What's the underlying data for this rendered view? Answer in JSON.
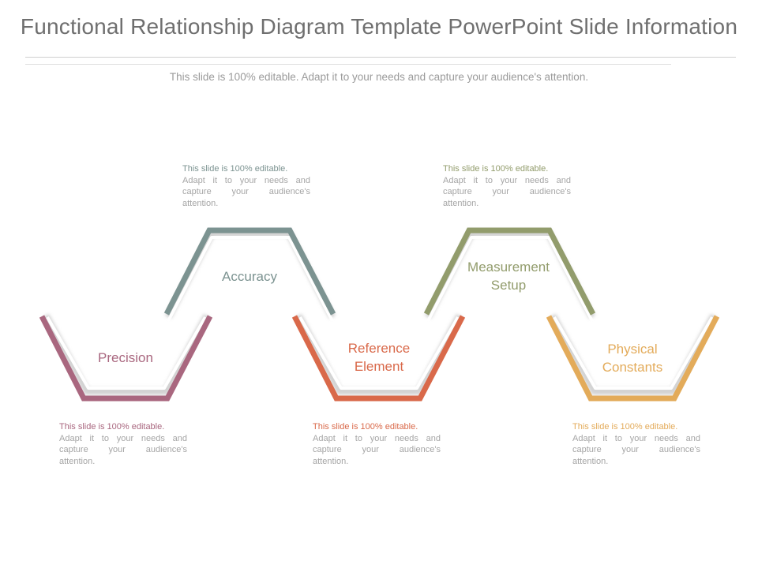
{
  "header": {
    "title": "Functional Relationship Diagram Template PowerPoint Slide Information",
    "subtitle": "This slide is 100% editable. Adapt it to your needs and capture your audience's attention."
  },
  "colors": {
    "accuracy": "#7c9391",
    "precision": "#a9677f",
    "reference": "#d9694a",
    "measurement": "#929c6c",
    "physical": "#e3ab5a"
  },
  "nodes": {
    "precision": {
      "label": "Precision"
    },
    "accuracy": {
      "label": "Accuracy"
    },
    "reference": {
      "label_line1": "Reference",
      "label_line2": "Element"
    },
    "measurement": {
      "label_line1": "Measurement",
      "label_line2": "Setup"
    },
    "physical": {
      "label_line1": "Physical",
      "label_line2": "Constants"
    }
  },
  "descriptions": {
    "accuracy": {
      "lead": "This slide is 100% editable.",
      "body": "Adapt it to your needs and capture your audience's attention."
    },
    "measurement": {
      "lead": "This slide is 100% editable.",
      "body": "Adapt it to your needs and capture your audience's attention."
    },
    "precision": {
      "lead": "This slide is 100% editable.",
      "body": "Adapt it to your needs and capture your audience's attention."
    },
    "reference": {
      "lead": "This slide is 100% editable.",
      "body": "Adapt it to your needs and capture your audience's attention."
    },
    "physical": {
      "lead": "This slide is 100% editable.",
      "body": "Adapt it to your needs and capture your audience's attention."
    }
  }
}
